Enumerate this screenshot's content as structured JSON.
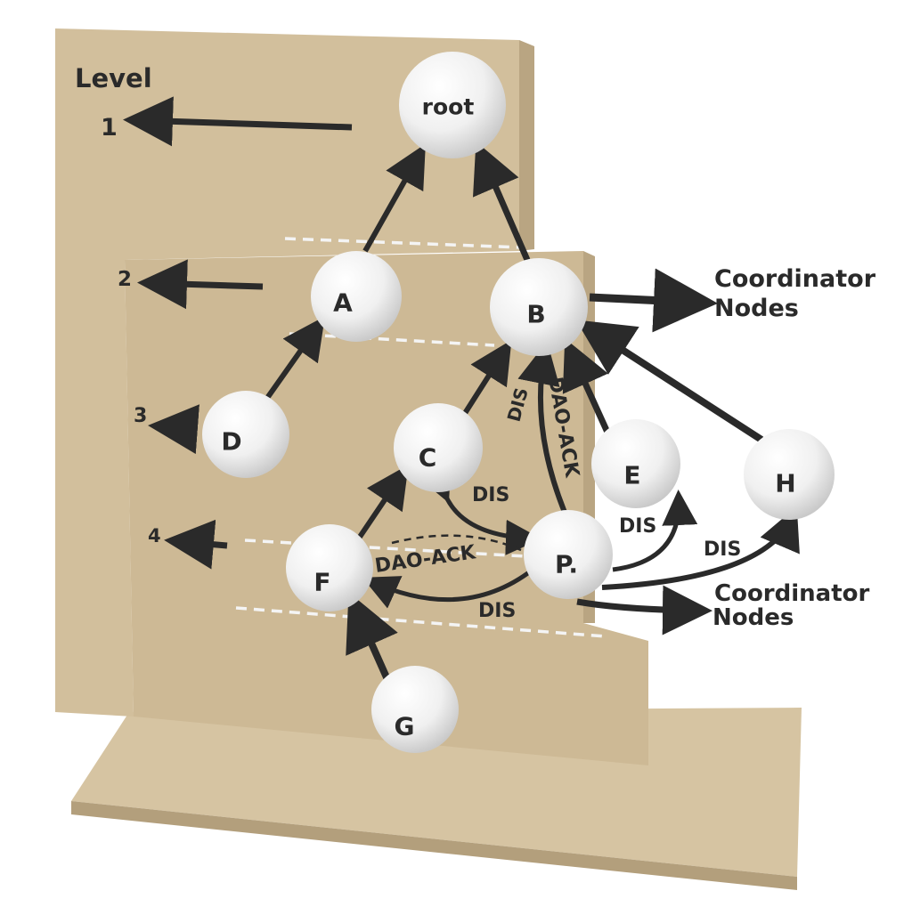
{
  "legend": {
    "title": "Level",
    "levels": [
      "1",
      "2",
      "3",
      "4"
    ]
  },
  "nodes": {
    "root": "root",
    "A": "A",
    "B": "B",
    "C": "C",
    "D": "D",
    "E": "E",
    "F": "F",
    "G": "G",
    "H": "H",
    "P": "P."
  },
  "coordinator_labels": {
    "top": [
      "Coordinator",
      "Nodes"
    ],
    "bottom": [
      "Coordinator",
      "Nodes"
    ]
  },
  "edge_labels": {
    "dis_c_b": "DIS",
    "dao_ack_p_b": "DAO-ACK",
    "dis_c_p": "DIS",
    "dis_p_e": "DIS",
    "dis_p_h": "DIS",
    "dao_ack_f_p": "DAO-ACK",
    "dis_p_f": "DIS"
  },
  "edges": [
    {
      "from": "A",
      "to": "root"
    },
    {
      "from": "B",
      "to": "root"
    },
    {
      "from": "D",
      "to": "A"
    },
    {
      "from": "C",
      "to": "B"
    },
    {
      "from": "E",
      "to": "B"
    },
    {
      "from": "H",
      "to": "B"
    },
    {
      "from": "F",
      "to": "C"
    },
    {
      "from": "G",
      "to": "F"
    },
    {
      "from": "P",
      "to": "B"
    },
    {
      "from": "P",
      "to": "F"
    },
    {
      "from": "C",
      "to": "P"
    },
    {
      "from": "P",
      "to": "E"
    },
    {
      "from": "P",
      "to": "H"
    }
  ],
  "colors": {
    "board": "#d2bf9c",
    "board_side": "#b9a582",
    "node": "#f4f4f4",
    "ink": "#2a2a2a"
  }
}
